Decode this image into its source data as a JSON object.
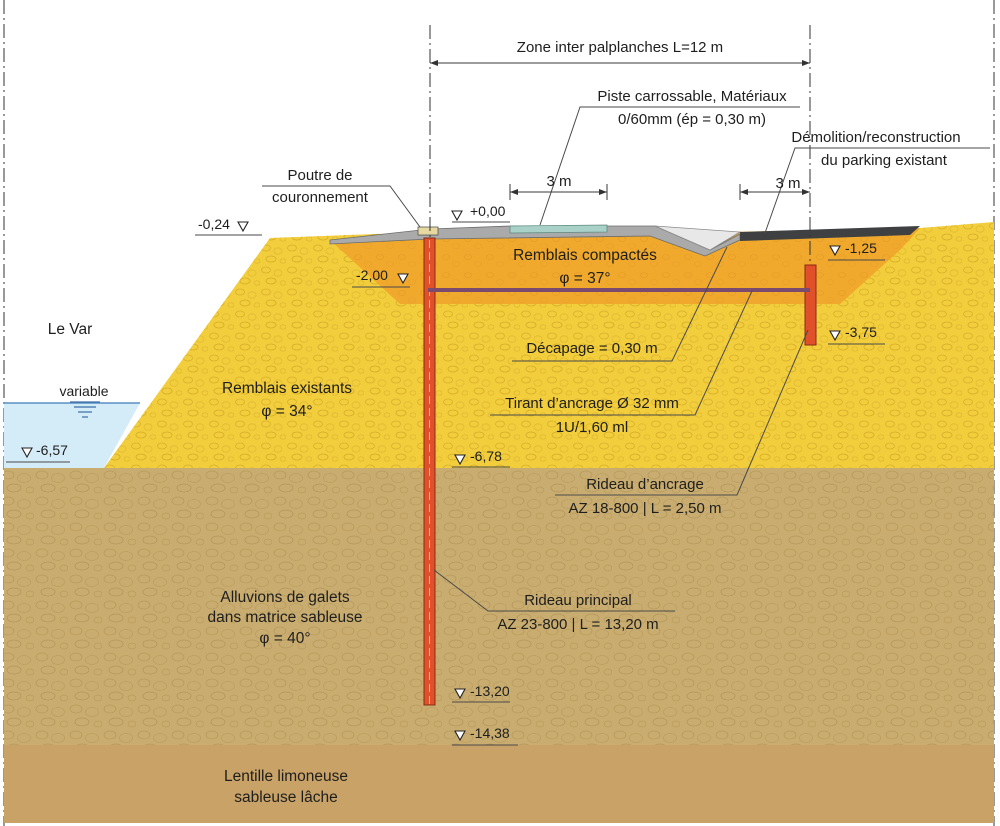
{
  "title": {
    "zone": "Zone inter palplanches L=12 m"
  },
  "labels": {
    "piste_line1": "Piste carrossable, Matériaux",
    "piste_line2": "0/60mm (ép = 0,30 m)",
    "demolition_line1": "Démolition/reconstruction",
    "demolition_line2": "du parking existant",
    "dim_left": "3 m",
    "dim_right": "3 m",
    "poutre_line1": "Poutre de",
    "poutre_line2": "couronnement",
    "le_var": "Le Var",
    "variable": "variable",
    "decapage": "Décapage = 0,30 m",
    "tirant_line1": "Tirant d’ancrage Ø 32 mm",
    "tirant_line2": "1U/1,60 ml",
    "rideau_ancrage_line1": "Rideau d’ancrage",
    "rideau_ancrage_line2": "AZ 18-800 | L = 2,50 m",
    "rideau_principal_line1": "Rideau principal",
    "rideau_principal_line2": "AZ 23-800 | L = 13,20 m"
  },
  "soils": {
    "remblais_compactes": {
      "name": "Remblais compactés",
      "phi": "φ = 37°",
      "color": "#f0a92c"
    },
    "remblais_existants": {
      "name": "Remblais existants",
      "phi": "φ = 34°",
      "color": "#f2cd3c"
    },
    "alluvions": {
      "name_line1": "Alluvions de galets",
      "name_line2": "dans matrice sableuse",
      "phi": "φ = 40°",
      "color": "#c9ad70"
    },
    "lentille": {
      "name_line1": "Lentille limoneuse",
      "name_line2": "sableuse lâche",
      "color": "#c8a266"
    }
  },
  "elevations": {
    "e000": "+0,00",
    "e024": "-0,24",
    "e200": "-2,00",
    "e125": "-1,25",
    "e375": "-3,75",
    "e657": "-6,57",
    "e678": "-6,78",
    "e1320": "-13,20",
    "e1438": "-14,38"
  },
  "colors": {
    "sheet_pile": "#e0502a",
    "tie_rod": "#7a4b6e",
    "water": "#d4ecf8",
    "road": "#a9aaa9",
    "parking": "#3f4042",
    "gravel_track": "#a9d1c7"
  }
}
